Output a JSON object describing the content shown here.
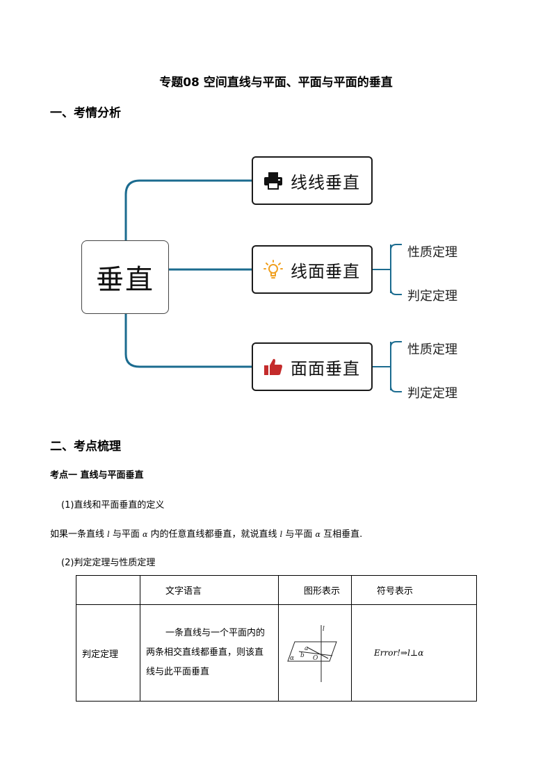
{
  "title": "专题08  空间直线与平面、平面与平面的垂直",
  "section1": {
    "heading": "一、考情分析"
  },
  "mindmap": {
    "root": "垂直",
    "branches": [
      {
        "label": "线线垂直",
        "icon": "printer-icon"
      },
      {
        "label": "线面垂直",
        "icon": "lightbulb-icon",
        "children": [
          "性质定理",
          "判定定理"
        ]
      },
      {
        "label": "面面垂直",
        "icon": "thumbs-up-icon",
        "children": [
          "性质定理",
          "判定定理"
        ]
      }
    ],
    "colors": {
      "connector": "#1b6b8f",
      "bulb": "#f0a020",
      "thumb": "#c42b2b"
    }
  },
  "section2": {
    "heading": "二、考点梳理",
    "point1_title": "考点一   直线与平面垂直",
    "item1": "(1)直线和平面垂直的定义",
    "definition": {
      "part1": "如果一条直线 ",
      "var_l": "l",
      "part2": "与平面 ",
      "var_alpha": "α",
      "part3": "内的任意直线都垂直，就说直线 ",
      "var_l2": "l",
      "part4": "与平面 ",
      "var_alpha2": "α",
      "part5": "互相垂直."
    },
    "item2": "(2)判定定理与性质定理"
  },
  "table": {
    "headers": [
      "",
      "文字语言",
      "图形表示",
      "符号表示"
    ],
    "rows": [
      {
        "name": "判定定理",
        "text_lines": [
          "一条直线与一个平面内的",
          "两条相交直线都垂直，则该直",
          "线与此平面垂直"
        ],
        "figure_labels": {
          "l": "l",
          "a": "a",
          "b": "b",
          "alpha": "α",
          "o": "O"
        },
        "symbol": "Error!⇒l⊥α"
      }
    ]
  }
}
